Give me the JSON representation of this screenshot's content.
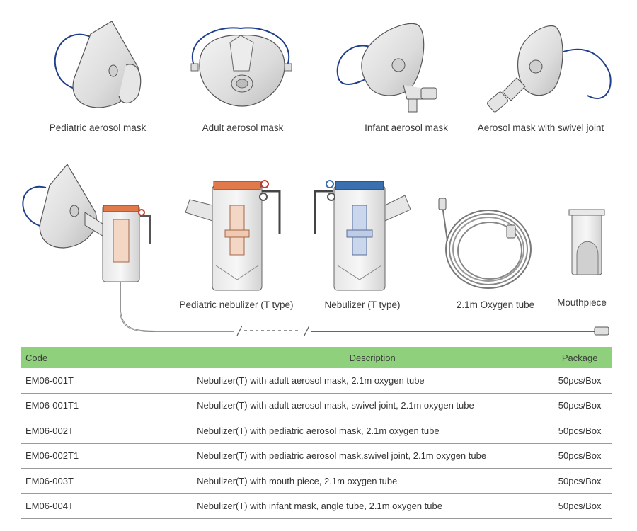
{
  "captions": {
    "pediatric_mask": "Pediatric aerosol mask",
    "adult_mask": "Adult aerosol mask",
    "infant_mask": "Infant aerosol mask",
    "swivel_mask": "Aerosol mask with swivel joint",
    "pediatric_nebulizer": "Pediatric nebulizer (T type)",
    "nebulizer": "Nebulizer (T type)",
    "oxygen_tube": "2.1m Oxygen tube",
    "mouthpiece": "Mouthpiece"
  },
  "colors": {
    "header_green": "#8fd07c",
    "strap_blue": "#1f3f8c",
    "cap_orange": "#e07a4a",
    "cap_blue": "#3a6fb0"
  },
  "table": {
    "headers": {
      "code": "Code",
      "description": "Description",
      "package": "Package"
    },
    "rows": [
      {
        "code": "EM06-001T",
        "description": "Nebulizer(T) with adult aerosol mask, 2.1m oxygen tube",
        "package": "50pcs/Box"
      },
      {
        "code": "EM06-001T1",
        "description": "Nebulizer(T) with adult aerosol mask, swivel joint, 2.1m oxygen tube",
        "package": "50pcs/Box"
      },
      {
        "code": "EM06-002T",
        "description": "Nebulizer(T) with pediatric aerosol mask, 2.1m oxygen tube",
        "package": "50pcs/Box"
      },
      {
        "code": "EM06-002T1",
        "description": "Nebulizer(T) with pediatric aerosol mask,swivel joint, 2.1m oxygen tube",
        "package": "50pcs/Box"
      },
      {
        "code": "EM06-003T",
        "description": "Nebulizer(T) with mouth piece, 2.1m oxygen tube",
        "package": "50pcs/Box"
      },
      {
        "code": "EM06-004T",
        "description": "Nebulizer(T) with infant mask, angle tube, 2.1m oxygen tube",
        "package": "50pcs/Box"
      }
    ]
  }
}
